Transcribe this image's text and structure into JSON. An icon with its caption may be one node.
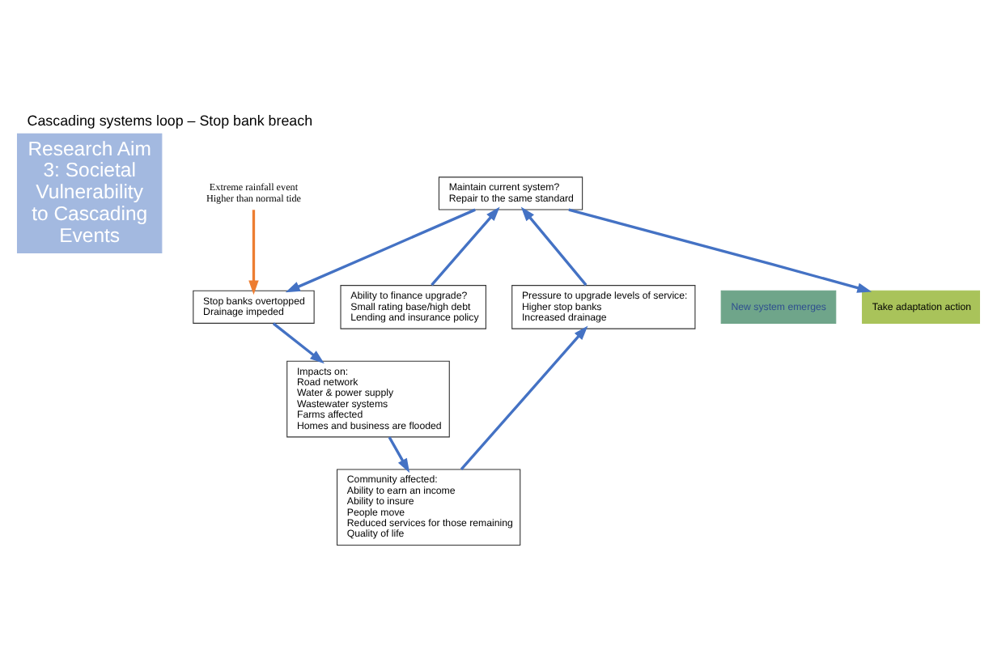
{
  "diagram": {
    "title": "Cascading systems loop – Stop bank breach",
    "nodes": [
      {
        "text": [
          "Research Aim 3: Societal Vulnerability to Cascading Events"
        ]
      },
      {
        "text": [
          "New system emerges"
        ]
      },
      {
        "text": [
          "Take adaptation action"
        ]
      },
      {
        "text": [
          "Ability to finance upgrade?",
          "Small rating base/high debt",
          "Lending and insurance policy"
        ]
      },
      {
        "text": [
          "Extreme rainfall event",
          "Higher than normal tide"
        ]
      },
      {
        "text": [
          "Maintain current system?",
          "Repair to the same standard"
        ]
      },
      {
        "text": [
          "Stop banks overtopped",
          "Drainage impeded"
        ]
      },
      {
        "text": [
          "Pressure to upgrade levels of service:",
          "Higher stop banks",
          "Increased drainage"
        ]
      },
      {
        "text": [
          "Impacts on:",
          "Road network",
          "Water & power supply",
          "Wastewater systems",
          "Farms affected",
          "Homes and business are flooded"
        ]
      },
      {
        "text": [
          "Community affected:",
          "Ability to earn an income",
          "Ability to insure",
          "People move",
          "Reduced services for those remaining",
          "Quality of life"
        ]
      }
    ],
    "edges": [
      {
        "from": 4,
        "to": 6,
        "arrow": "to",
        "color": "#ed7d31"
      },
      {
        "from": 3,
        "to": 5,
        "arrow": "to"
      },
      {
        "from": 5,
        "to": 2,
        "arrow": "to"
      },
      {
        "from": 5,
        "to": 6,
        "arrow": "to"
      },
      {
        "from": 6,
        "to": 8,
        "arrow": "to"
      },
      {
        "from": 8,
        "to": 9,
        "arrow": "to"
      },
      {
        "from": 9,
        "to": 7,
        "arrow": "to"
      },
      {
        "from": 7,
        "to": 5,
        "arrow": "to"
      }
    ]
  }
}
